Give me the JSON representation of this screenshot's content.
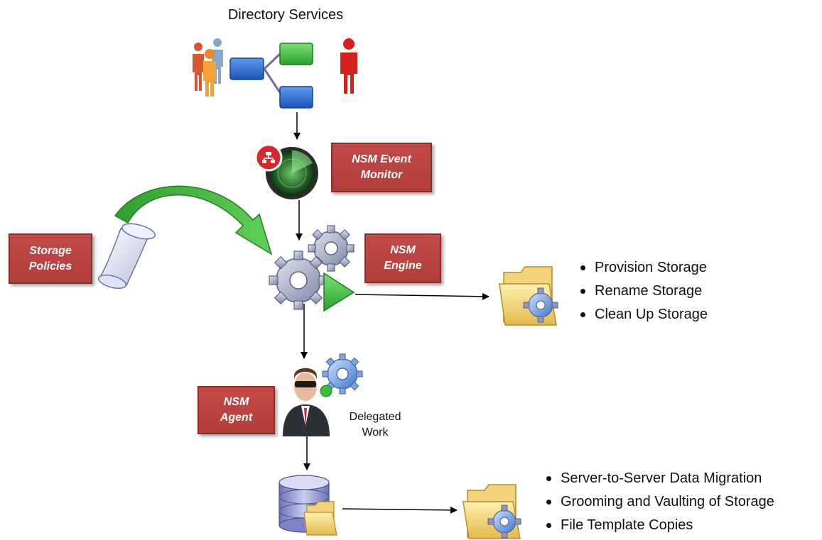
{
  "title": "Directory Services",
  "boxes": {
    "event_monitor": "NSM Event Monitor",
    "storage_policies": "Storage Policies",
    "engine": "NSM Engine",
    "agent": "NSM Agent"
  },
  "delegated_work": "Delegated Work",
  "engine_actions": [
    "Provision Storage",
    "Rename Storage",
    "Clean Up Storage"
  ],
  "agent_actions": [
    "Server-to-Server Data Migration",
    "Grooming and Vaulting of Storage",
    "File Template Copies"
  ],
  "colors": {
    "box": "#b3403e",
    "arrow_green": "#3bb336",
    "node_blue": "#2f6fd0",
    "node_green": "#3bbf3b"
  },
  "icons": [
    "people-group-icon",
    "org-chart-icon",
    "red-person-icon",
    "radar-monitor-icon",
    "scroll-icon",
    "gears-play-icon",
    "folder-gear-icon",
    "business-agent-icon",
    "database-icon"
  ]
}
